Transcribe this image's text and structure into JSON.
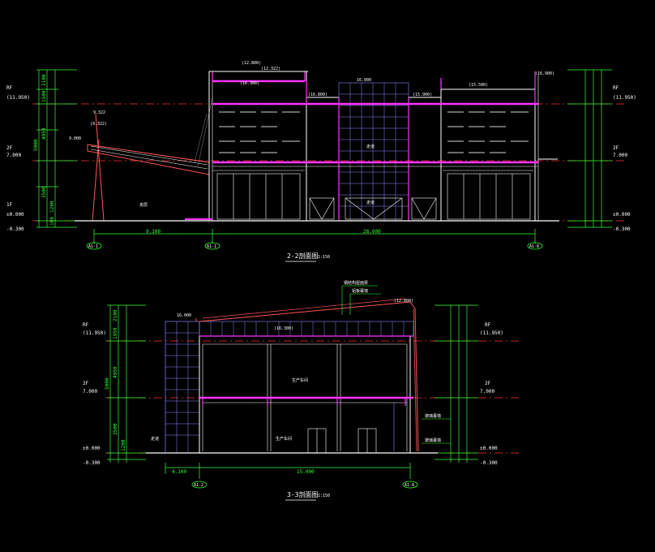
{
  "section_2": {
    "title": "2-2剖面图",
    "scale": "1:150",
    "levels_left": [
      {
        "label": "RF",
        "value": "(11.950)"
      },
      {
        "label": "2F",
        "value": "7.000"
      },
      {
        "label": "1F",
        "value": "±0.000"
      }
    ],
    "below_grade": "-0.300",
    "levels_right": [
      {
        "label": "RF",
        "value": "(11.950)"
      },
      {
        "label": "2F",
        "value": "7.000"
      },
      {
        "label": "±0.000",
        "value": "-0.300"
      }
    ],
    "roof_tags": [
      "(12.800)",
      "(12.322)",
      "(16.300)",
      "(16.800)",
      "(15.900)",
      "(15.500)",
      "(16.900)"
    ],
    "top_tag": "16.000",
    "canopy_tags": [
      "9.322",
      "9.000",
      "(9.322)"
    ],
    "room_labels": [
      "走道",
      "走道",
      "夹层"
    ],
    "dims_bottom": [
      "9.100",
      "28.000"
    ],
    "axes": [
      "A1-1",
      "A1-1",
      "A1-8"
    ],
    "dims_vertical": [
      "2100",
      "1500",
      "4950",
      "5000",
      "3500",
      "1200",
      "100"
    ]
  },
  "section_3": {
    "title": "3-3剖面图",
    "scale": "1:150",
    "levels_left": [
      {
        "label": "RF",
        "value": "(11.950)"
      },
      {
        "label": "2F",
        "value": "7.000"
      },
      {
        "label": "±0.000",
        "value": "-0.300"
      }
    ],
    "levels_right": [
      {
        "label": "RF",
        "value": "(11.950)"
      },
      {
        "label": "2F",
        "value": "7.000"
      },
      {
        "label": "±0.000",
        "value": "-0.300"
      }
    ],
    "top_tags": [
      "16.000",
      "(12.800)",
      "(16.300)"
    ],
    "callouts": [
      "钢结构屋面梁",
      "铝板幕墙",
      "玻璃幕墙",
      "玻璃幕墙"
    ],
    "room_labels": [
      "生产车间",
      "生产车间",
      "走道"
    ],
    "dims_bottom": [
      "4.100",
      "15.000"
    ],
    "axes": [
      "A1-2",
      "A1-A"
    ],
    "dims_vertical": [
      "2100",
      "1950",
      "4950",
      "5000",
      "3500",
      "1200"
    ]
  },
  "colors": {
    "wall": "#ffffff",
    "slab": "#ff33ff",
    "dim": "#33ff33",
    "axis": "#ff3333",
    "glass": "#8888ff",
    "canopy": "#ff5555",
    "label": "#ffffff"
  }
}
